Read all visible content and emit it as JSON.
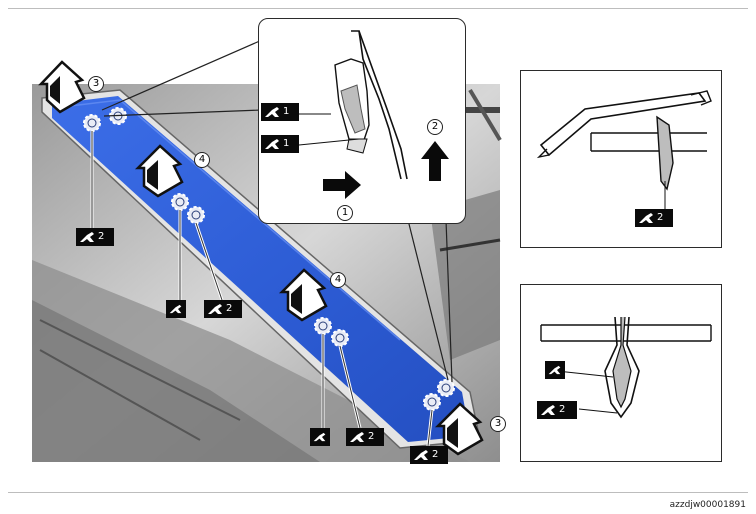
{
  "figure_code": "azzdjw00001891",
  "step_numbers": {
    "s1": "1",
    "s2": "2",
    "s3": "3",
    "s4": "4"
  },
  "tool_tag_numbers": {
    "two": "2",
    "one": "1"
  },
  "colors": {
    "trim_blue": "#2f5fd8",
    "trim_blue_light": "#5a86f0",
    "body_gray": "#c9c9c9",
    "arrow_black": "#0a0a0a"
  },
  "icons": [
    "clip-tool-icon",
    "push-arrow-icon",
    "direction-arrow-icon",
    "clip-circle-icon"
  ]
}
